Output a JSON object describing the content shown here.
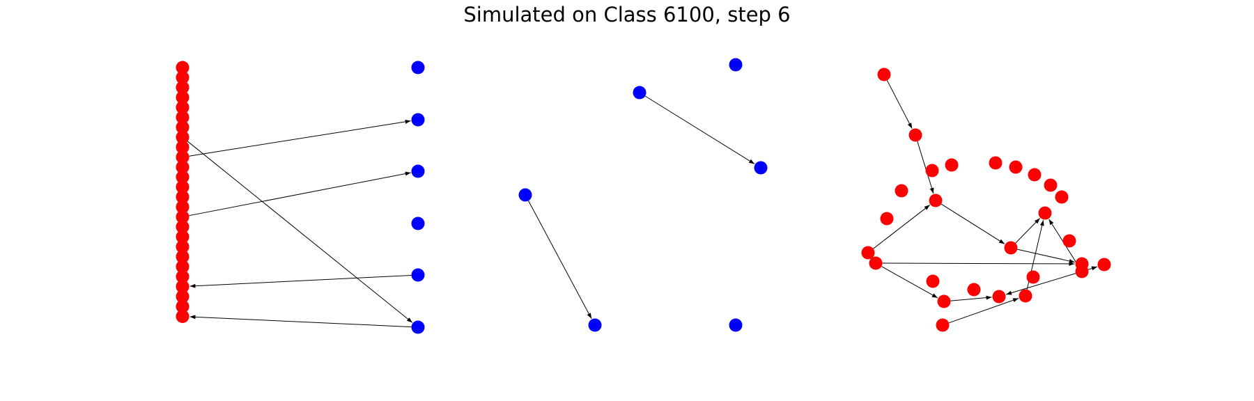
{
  "title": "Simulated on Class 6100, step 6",
  "colors": {
    "red_node": "#ff0000",
    "blue_node": "#0000ff",
    "edge": "#000000"
  },
  "panels": [
    {
      "id": "left",
      "nodes": [
        {
          "id": "r0",
          "color": "red"
        },
        {
          "id": "r1",
          "color": "red"
        },
        {
          "id": "r2",
          "color": "red"
        },
        {
          "id": "r3",
          "color": "red"
        },
        {
          "id": "r4",
          "color": "red"
        },
        {
          "id": "r5",
          "color": "red"
        },
        {
          "id": "r6",
          "color": "red"
        },
        {
          "id": "r7",
          "color": "red"
        },
        {
          "id": "r8",
          "color": "red"
        },
        {
          "id": "r9",
          "color": "red"
        },
        {
          "id": "r10",
          "color": "red"
        },
        {
          "id": "r11",
          "color": "red"
        },
        {
          "id": "r12",
          "color": "red"
        },
        {
          "id": "r13",
          "color": "red"
        },
        {
          "id": "r14",
          "color": "red"
        },
        {
          "id": "r15",
          "color": "red"
        },
        {
          "id": "r16",
          "color": "red"
        },
        {
          "id": "r17",
          "color": "red"
        },
        {
          "id": "r18",
          "color": "red"
        },
        {
          "id": "r19",
          "color": "red"
        },
        {
          "id": "r20",
          "color": "red"
        },
        {
          "id": "r21",
          "color": "red"
        },
        {
          "id": "r22",
          "color": "red"
        },
        {
          "id": "r23",
          "color": "red"
        },
        {
          "id": "r24",
          "color": "red"
        },
        {
          "id": "r25",
          "color": "red"
        },
        {
          "id": "b0",
          "color": "blue"
        },
        {
          "id": "b1",
          "color": "blue"
        },
        {
          "id": "b2",
          "color": "blue"
        },
        {
          "id": "b3",
          "color": "blue"
        },
        {
          "id": "b4",
          "color": "blue"
        },
        {
          "id": "b5",
          "color": "blue"
        }
      ],
      "edges": [
        {
          "from": "r9",
          "to": "b1"
        },
        {
          "from": "r15",
          "to": "b2"
        },
        {
          "from": "r7",
          "to": "b5"
        },
        {
          "from": "b4",
          "to": "r22"
        },
        {
          "from": "b5",
          "to": "r25"
        }
      ]
    },
    {
      "id": "middle",
      "nodes": [
        {
          "id": "m0",
          "color": "blue"
        },
        {
          "id": "m1",
          "color": "blue"
        },
        {
          "id": "m2",
          "color": "blue"
        },
        {
          "id": "m3",
          "color": "blue"
        },
        {
          "id": "m4",
          "color": "blue"
        },
        {
          "id": "m5",
          "color": "blue"
        }
      ],
      "edges": [
        {
          "from": "m1",
          "to": "m2"
        },
        {
          "from": "m3",
          "to": "m4"
        }
      ]
    },
    {
      "id": "right",
      "nodes": [
        {
          "id": "n0",
          "color": "red"
        },
        {
          "id": "n1",
          "color": "red"
        },
        {
          "id": "n2",
          "color": "red"
        },
        {
          "id": "n3",
          "color": "red"
        },
        {
          "id": "n4",
          "color": "red"
        },
        {
          "id": "n5",
          "color": "red"
        },
        {
          "id": "n6",
          "color": "red"
        },
        {
          "id": "n7",
          "color": "red"
        },
        {
          "id": "n8",
          "color": "red"
        },
        {
          "id": "n9",
          "color": "red"
        },
        {
          "id": "n10",
          "color": "red"
        },
        {
          "id": "n11",
          "color": "red"
        },
        {
          "id": "n12",
          "color": "red"
        },
        {
          "id": "n13",
          "color": "red"
        },
        {
          "id": "n14",
          "color": "red"
        },
        {
          "id": "n15",
          "color": "red"
        },
        {
          "id": "n16",
          "color": "red"
        },
        {
          "id": "n17",
          "color": "red"
        },
        {
          "id": "n18",
          "color": "red"
        },
        {
          "id": "n19",
          "color": "red"
        },
        {
          "id": "n20",
          "color": "red"
        },
        {
          "id": "n21",
          "color": "red"
        },
        {
          "id": "n22",
          "color": "red"
        },
        {
          "id": "n23",
          "color": "red"
        },
        {
          "id": "n24",
          "color": "red"
        },
        {
          "id": "n25",
          "color": "red"
        },
        {
          "id": "n26",
          "color": "red"
        }
      ],
      "edges": [
        {
          "from": "n0",
          "to": "n1"
        },
        {
          "from": "n1",
          "to": "n2"
        },
        {
          "from": "n2",
          "to": "n3"
        },
        {
          "from": "n4",
          "to": "n2"
        },
        {
          "from": "n5",
          "to": "n6"
        },
        {
          "from": "n5",
          "to": "n7"
        },
        {
          "from": "n6",
          "to": "n8"
        },
        {
          "from": "n3",
          "to": "n7"
        },
        {
          "from": "n3",
          "to": "n9"
        },
        {
          "from": "n10",
          "to": "n8"
        },
        {
          "from": "n10",
          "to": "n9"
        },
        {
          "from": "n11",
          "to": "n12"
        },
        {
          "from": "n12",
          "to": "n9"
        },
        {
          "from": "n10",
          "to": "n13"
        }
      ]
    }
  ]
}
